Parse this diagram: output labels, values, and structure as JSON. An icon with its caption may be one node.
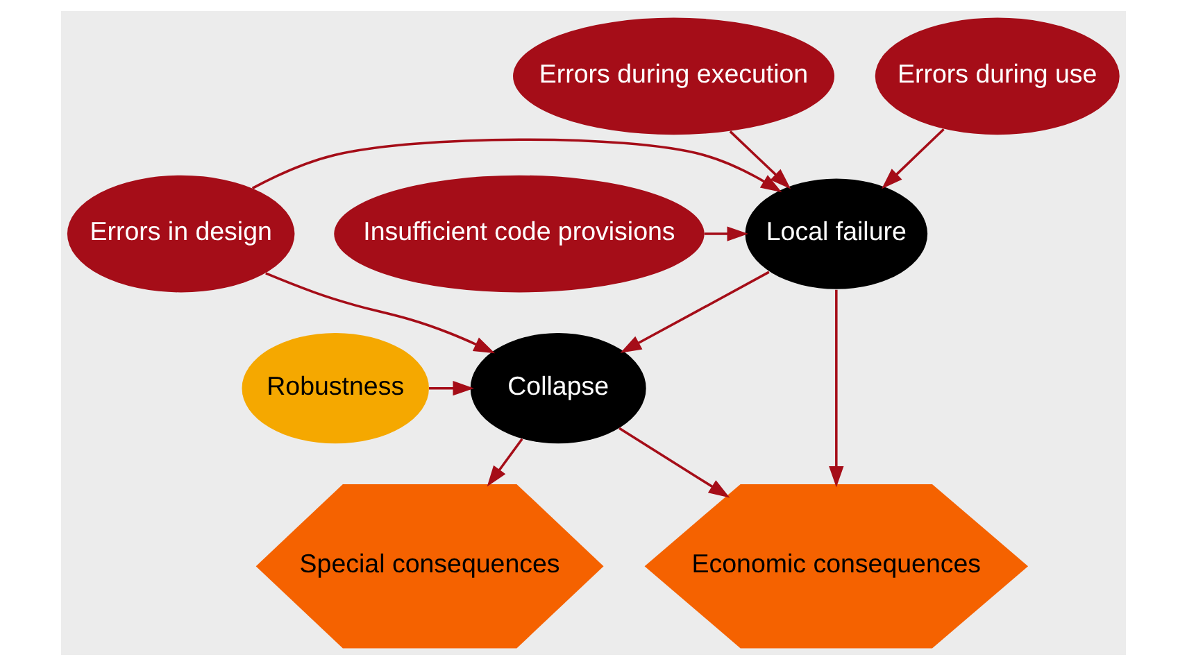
{
  "diagram": {
    "nodes": [
      {
        "text": [
          "Errors during execution"
        ]
      },
      {
        "text": [
          "Errors during use"
        ]
      },
      {
        "text": [
          "Errors in design"
        ]
      },
      {
        "text": [
          "Insufficient code provisions"
        ]
      },
      {
        "text": [
          "Local failure"
        ]
      },
      {
        "text": [
          "Robustness"
        ]
      },
      {
        "text": [
          "Collapse"
        ]
      },
      {
        "text": [
          "Special consequences"
        ]
      },
      {
        "text": [
          "Economic consequences"
        ]
      }
    ],
    "edges": [
      {
        "from": 0,
        "to": 4,
        "arrow": "to"
      },
      {
        "from": 1,
        "to": 4,
        "arrow": "to"
      },
      {
        "from": 2,
        "to": 4,
        "arrow": "to"
      },
      {
        "from": 3,
        "to": 4,
        "arrow": "to"
      },
      {
        "from": 2,
        "to": 6,
        "arrow": "to"
      },
      {
        "from": 4,
        "to": 6,
        "arrow": "to"
      },
      {
        "from": 5,
        "to": 6,
        "arrow": "to"
      },
      {
        "from": 4,
        "to": 8,
        "arrow": "to"
      },
      {
        "from": 6,
        "to": 7,
        "arrow": "to"
      },
      {
        "from": 6,
        "to": 8,
        "arrow": "to"
      }
    ]
  }
}
